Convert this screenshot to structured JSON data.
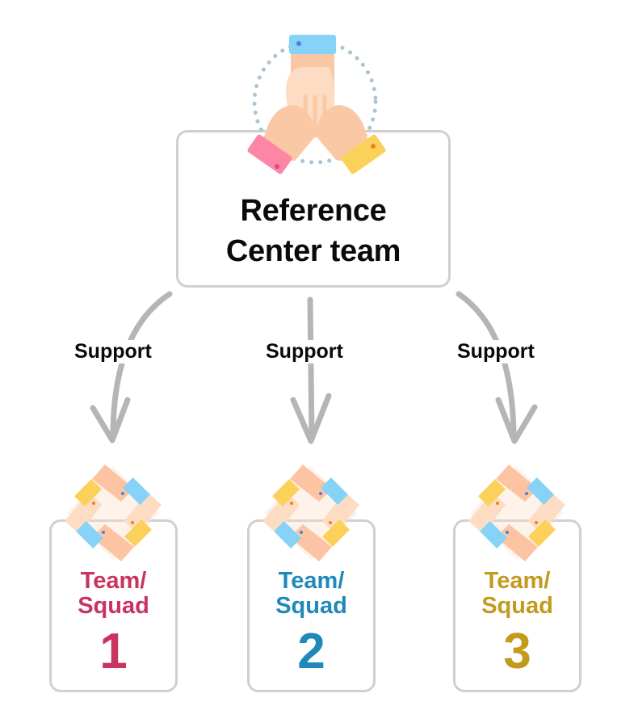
{
  "reference": {
    "title_line1": "Reference",
    "title_line2": "Center team",
    "icon": "hands-together-icon"
  },
  "connector_label": "Support",
  "teams": [
    {
      "label_line1": "Team/",
      "label_line2": "Squad",
      "number": "1",
      "color": "#c8335f",
      "icon": "teamwork-hands-icon"
    },
    {
      "label_line1": "Team/",
      "label_line2": "Squad",
      "number": "2",
      "color": "#2089b9",
      "icon": "teamwork-hands-icon"
    },
    {
      "label_line1": "Team/",
      "label_line2": "Squad",
      "number": "3",
      "color": "#c29a1e",
      "icon": "teamwork-hands-icon"
    }
  ],
  "colors": {
    "border": "#d0d0d0",
    "arrow": "#b5b5b5",
    "text": "#0a0a0a"
  }
}
